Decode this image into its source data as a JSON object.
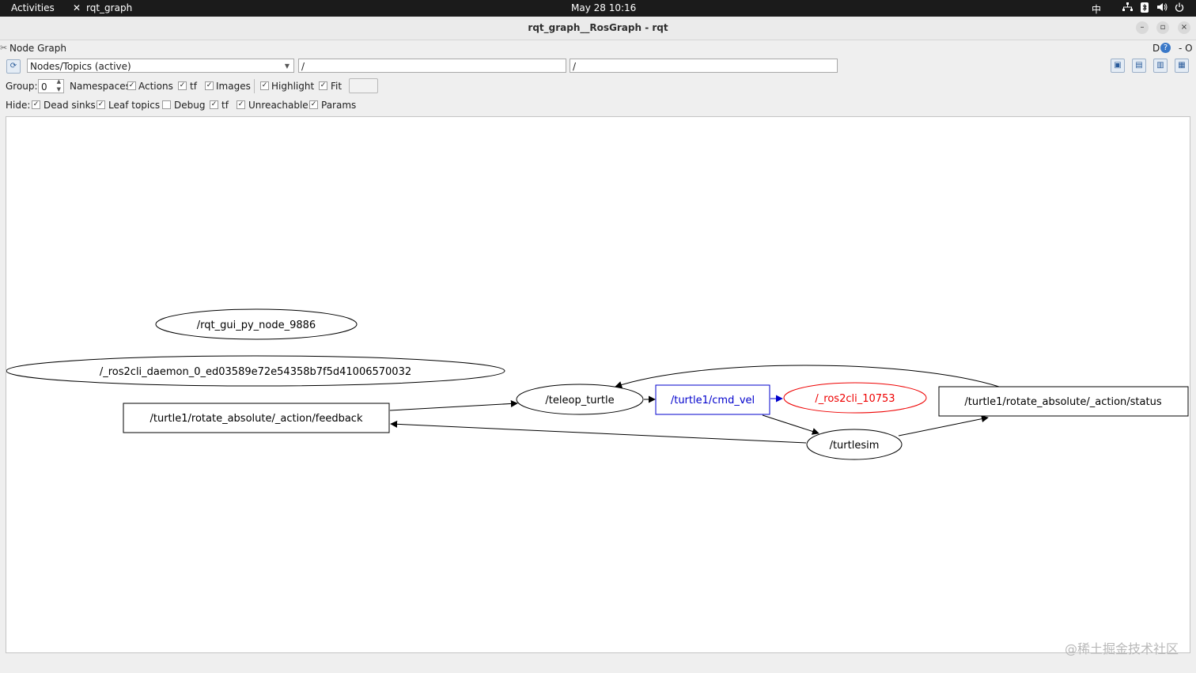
{
  "topbar": {
    "activities": "Activities",
    "app_name": "rqt_graph",
    "datetime": "May 28  10:16",
    "input_method": "中"
  },
  "window": {
    "title": "rqt_graph__RosGraph - rqt"
  },
  "plugin": {
    "title": "Node Graph",
    "right_marker": "D",
    "right_controls": "- O"
  },
  "toolbar": {
    "graph_type": "Nodes/Topics (active)",
    "node_filter": "/",
    "topic_filter": "/"
  },
  "options": {
    "group_label": "Group:",
    "group_value": "0",
    "namespaces": "Namespaces",
    "actions": "Actions",
    "tf": "tf",
    "images": "Images",
    "highlight": "Highlight",
    "fit": "Fit"
  },
  "hide": {
    "label": "Hide:",
    "dead_sinks": "Dead sinks",
    "leaf_topics": "Leaf topics",
    "debug": "Debug",
    "tf": "tf",
    "unreachable": "Unreachable",
    "params": "Params"
  },
  "checkbox_states": {
    "namespaces": true,
    "actions": true,
    "tf": true,
    "images": true,
    "highlight": true,
    "fit": true,
    "dead_sinks": true,
    "leaf_topics": true,
    "debug": false,
    "hide_tf": true,
    "unreachable": true,
    "params": true
  },
  "graph": {
    "nodes": {
      "rqt_gui": "/rqt_gui_py_node_9886",
      "ros2cli_daemon": "/_ros2cli_daemon_0_ed03589e72e54358b7f5d41006570032",
      "feedback": "/turtle1/rotate_absolute/_action/feedback",
      "teleop": "/teleop_turtle",
      "cmd_vel": "/turtle1/cmd_vel",
      "ros2cli": "/_ros2cli_10753",
      "status": "/turtle1/rotate_absolute/_action/status",
      "turtlesim": "/turtlesim"
    },
    "colors": {
      "default": "#000000",
      "highlight_topic": "#0000cc",
      "highlight_node": "#ee0000"
    }
  },
  "watermark": "@稀土掘金技术社区"
}
